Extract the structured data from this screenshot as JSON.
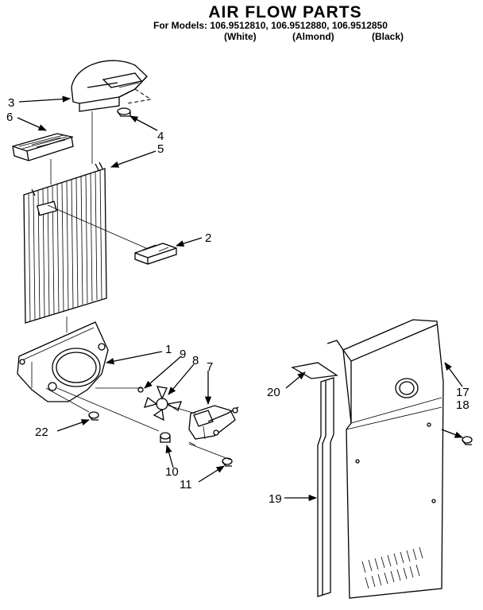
{
  "header": {
    "title": "AIR FLOW PARTS",
    "models_line": "For Models: 106.9512810, 106.9512880, 106.9512850",
    "color_white": "(White)",
    "color_almond": "(Almond)",
    "color_black": "(Black)"
  },
  "callouts": {
    "c1": "1",
    "c2": "2",
    "c3": "3",
    "c4": "4",
    "c5": "5",
    "c6": "6",
    "c7": "7",
    "c8": "8",
    "c9": "9",
    "c10": "10",
    "c11": "11",
    "c17": "17",
    "c18": "18",
    "c19": "19",
    "c20": "20",
    "c22": "22"
  }
}
